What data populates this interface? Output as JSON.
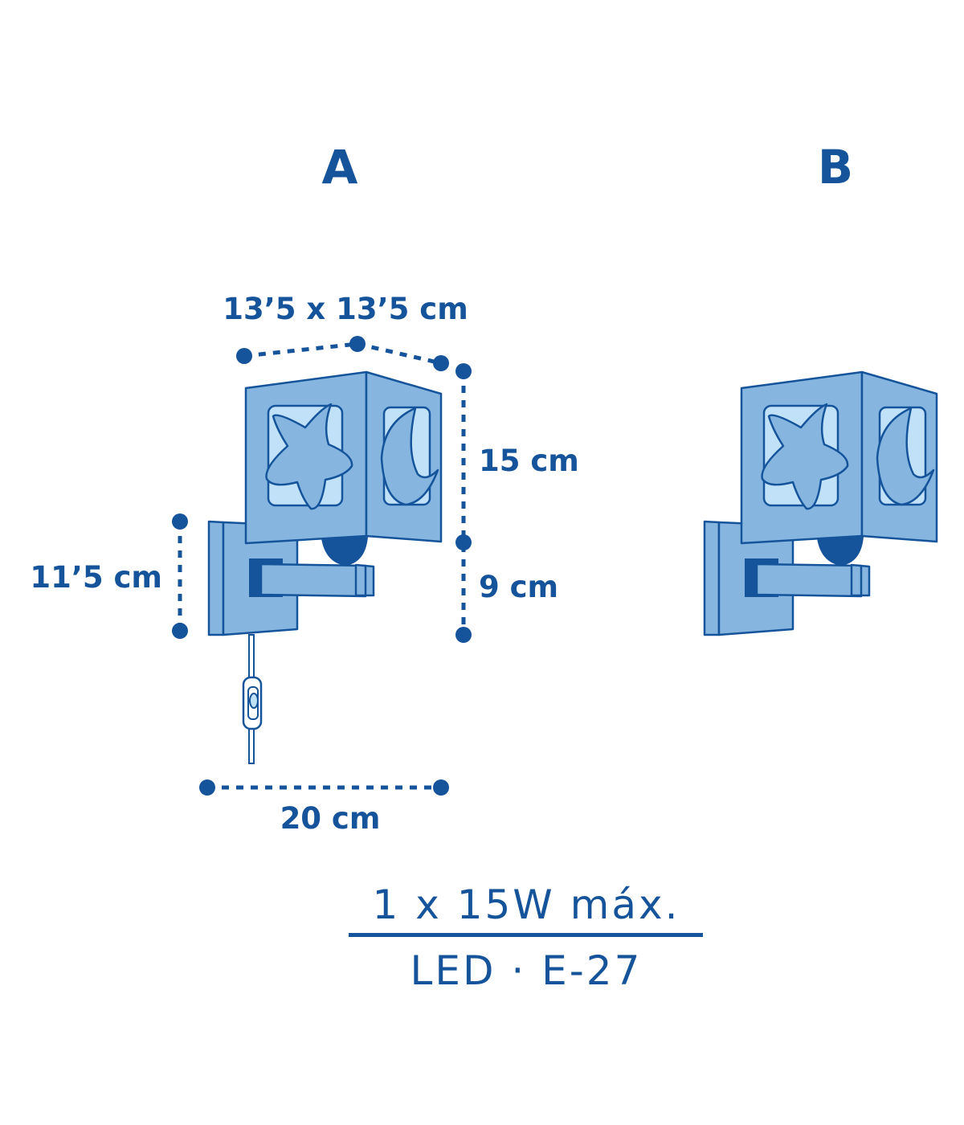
{
  "variants": {
    "a": "A",
    "b": "B"
  },
  "dimensions": {
    "shade_base": "13’5 x 13’5 cm",
    "shade_height": "15 cm",
    "arm_drop": "9 cm",
    "wall_plate_height": "11’5 cm",
    "projection": "20 cm"
  },
  "spec": {
    "power": "1 x 15W máx.",
    "bulb": "LED · E-27"
  },
  "colors": {
    "dark": "#15549a",
    "fill": "#86b6e0",
    "light": "#c0e1f7"
  }
}
